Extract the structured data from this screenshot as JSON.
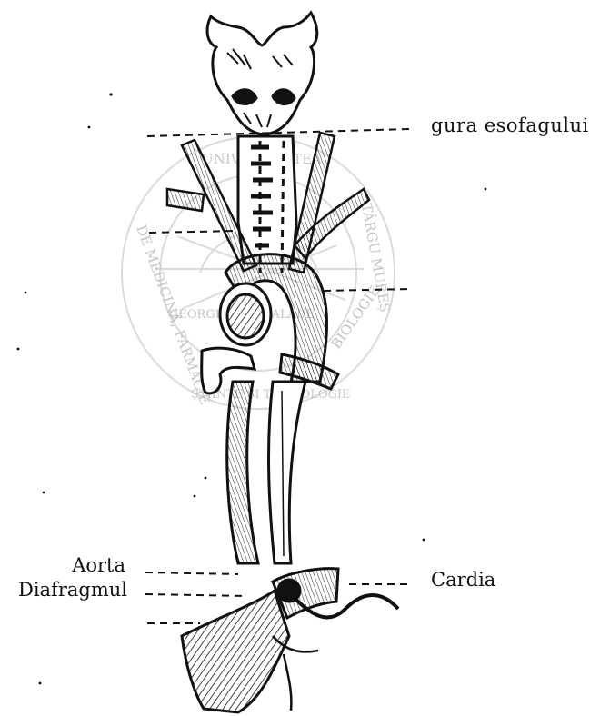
{
  "labels": {
    "gura": "gura esofagului",
    "aorta": "Aorta",
    "diafragmul": "Diafragmul",
    "cardia": "Cardia"
  },
  "watermark": {
    "top": "UNIVERSITATEA",
    "left": "DE MEDICINĂ, FARMACIE",
    "right": "TÂRGU MUREȘ",
    "right2": "BIOLOGIE",
    "inner": "GEORGE EMIL PALADE",
    "bottom": "ȘTIINȚE ȘI TEHNOLOGIE"
  },
  "colors": {
    "ink": "#111111",
    "watermark": "#c8c8c8"
  }
}
